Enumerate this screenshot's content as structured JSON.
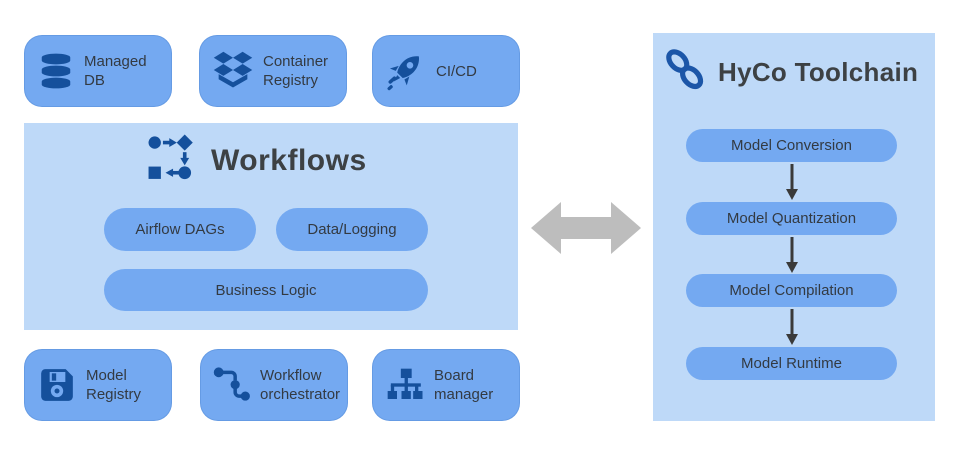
{
  "colors": {
    "node_blue": "#74a9f1",
    "panel_blue": "#bed9f8",
    "icon_blue": "#15509c",
    "chain_icon_blue": "#1c56a8",
    "title_text": "#3d4144",
    "label_text": "#333a42",
    "connector_gray": "#bdbdbd",
    "flow_arrow_dark": "#3a3a3a",
    "background": "#ffffff"
  },
  "top_row": [
    {
      "label": "Managed DB",
      "icon": "database-icon"
    },
    {
      "label": "Container Registry",
      "icon": "open-box-icon"
    },
    {
      "label": "CI/CD",
      "icon": "rocket-icon"
    }
  ],
  "workflows_panel": {
    "title": "Workflows",
    "icon": "workflow-icon",
    "pills": [
      "Airflow DAGs",
      "Data/Logging",
      "Business Logic"
    ]
  },
  "bottom_row": [
    {
      "label": "Model Registry",
      "icon": "floppy-disk-icon"
    },
    {
      "label": "Workflow orchestrator",
      "icon": "route-icon"
    },
    {
      "label": "Board manager",
      "icon": "hierarchy-icon"
    }
  ],
  "connector": {
    "icon": "double-arrow-icon"
  },
  "toolchain_panel": {
    "title": "HyCo Toolchain",
    "icon": "chain-icon",
    "steps": [
      "Model Conversion",
      "Model Quantization",
      "Model Compilation",
      "Model Runtime"
    ]
  }
}
